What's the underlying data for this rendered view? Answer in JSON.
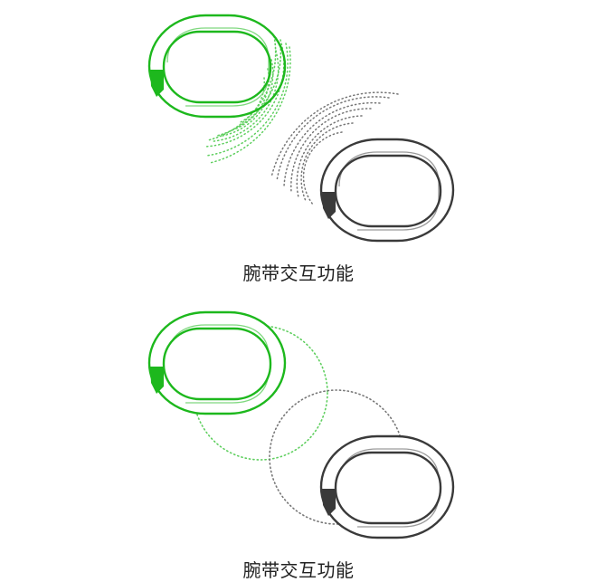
{
  "panels": [
    {
      "caption": "腕带交互功能",
      "variant": "multi-ring-signal",
      "band_active": {
        "color": "#1db81d",
        "label": "active-band"
      },
      "band_passive": {
        "color": "#3a3a3a",
        "label": "passive-band"
      }
    },
    {
      "caption": "腕带交互功能",
      "variant": "single-ring-signal",
      "band_active": {
        "color": "#1db81d",
        "label": "active-band"
      },
      "band_passive": {
        "color": "#3a3a3a",
        "label": "passive-band"
      }
    }
  ],
  "colors": {
    "green": "#1db81d",
    "green_light": "#7fd87f",
    "dark": "#3a3a3a",
    "gray_light": "#9a9a9a",
    "background": "#ffffff"
  }
}
